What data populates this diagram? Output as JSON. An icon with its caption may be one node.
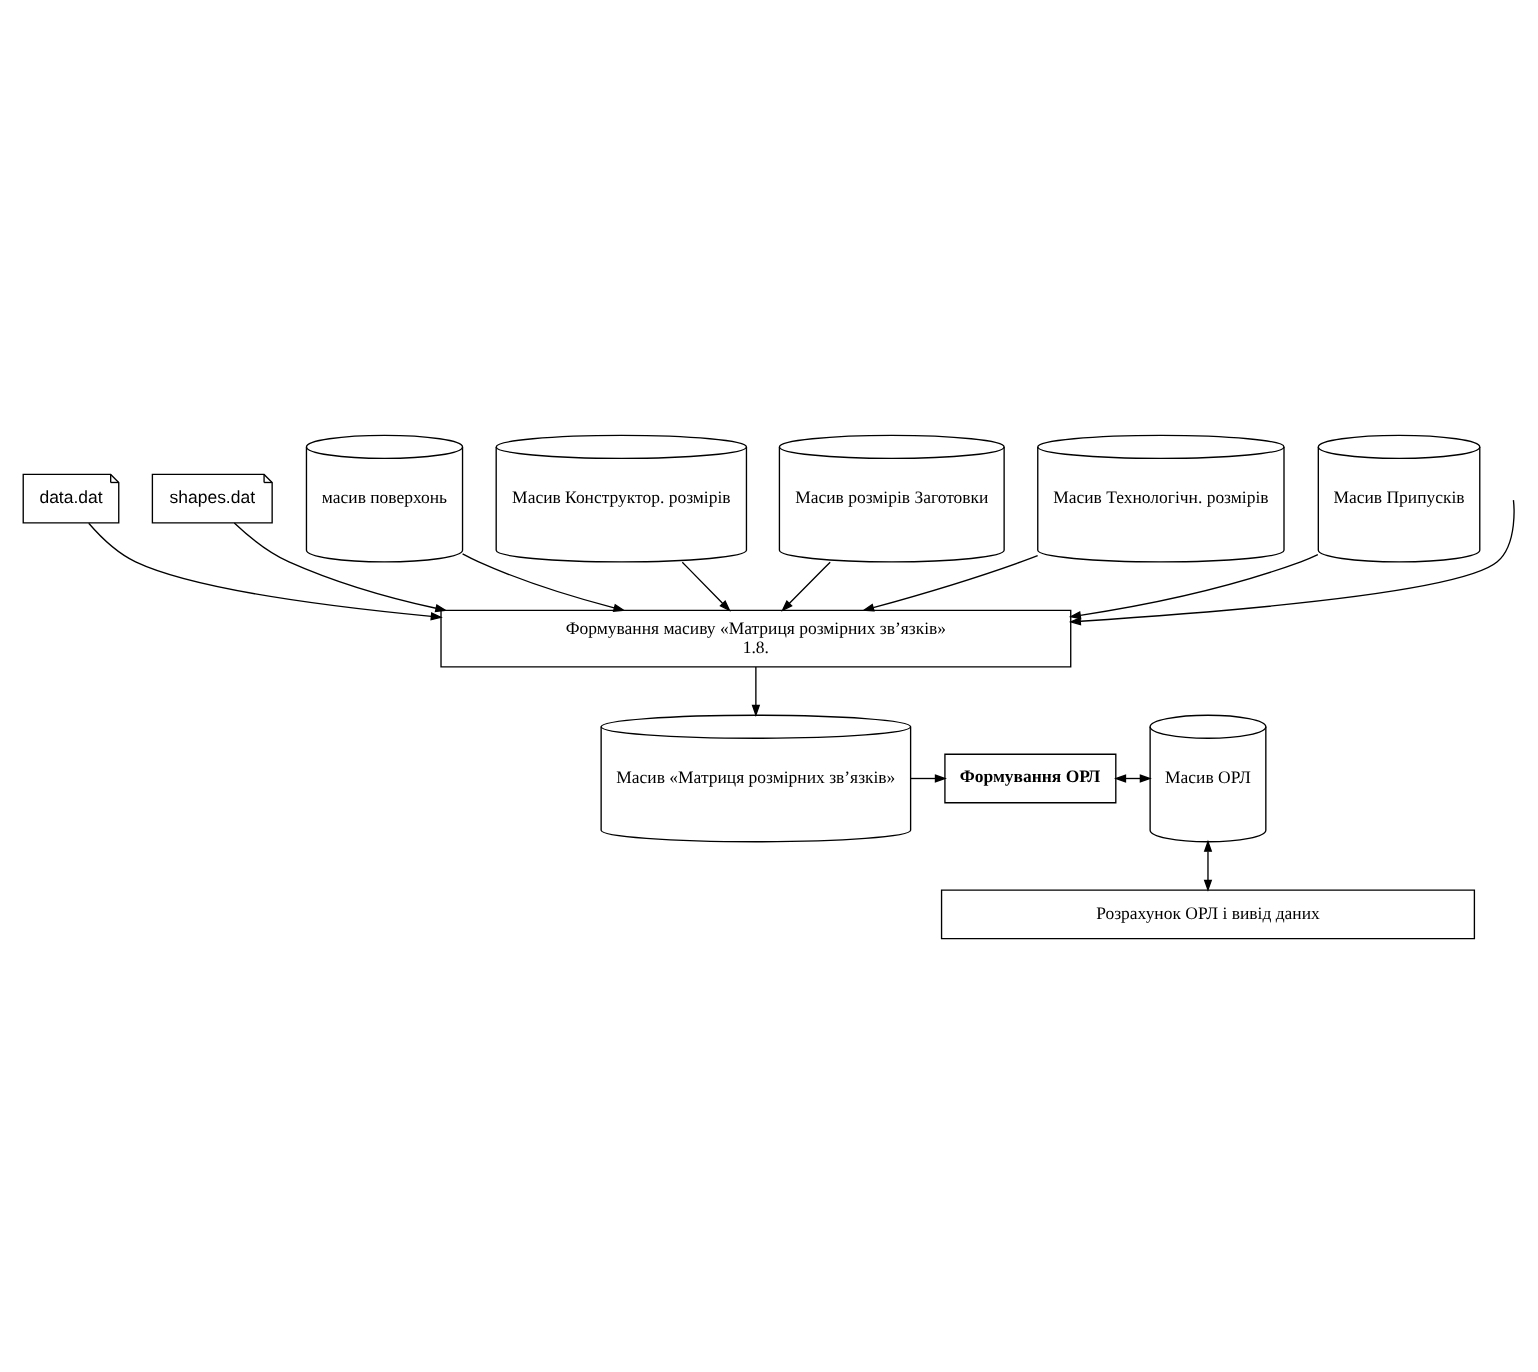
{
  "diagram": {
    "nodes": [
      {
        "text": [
          "data.dat"
        ]
      },
      {
        "text": [
          "shapes.dat"
        ]
      },
      {
        "text": [
          "масив поверхонь"
        ]
      },
      {
        "text": [
          "Масив Конструктор. розмірів"
        ]
      },
      {
        "text": [
          "Масив розмірів Заготовки"
        ]
      },
      {
        "text": [
          "Масив Технологічн. розмірів"
        ]
      },
      {
        "text": [
          "Масив Припусків"
        ]
      },
      {
        "text": [
          "Формування масиву «Матриця розмірних зв’язків»",
          "1.8."
        ]
      },
      {
        "text": [
          "Масив «Матриця розмірних зв’язків»"
        ]
      },
      {
        "text": [
          "Формування ОРЛ"
        ]
      },
      {
        "text": [
          "Масив ОРЛ"
        ]
      },
      {
        "text": [
          "Розрахунок ОРЛ і вивід даних"
        ]
      }
    ],
    "edges": [
      {
        "from": null,
        "to": 7,
        "arrow": "to"
      },
      {
        "from": 3,
        "to": 7,
        "arrow": "to"
      },
      {
        "from": 0,
        "to": 7,
        "arrow": "to"
      },
      {
        "from": 4,
        "to": 7,
        "arrow": "to"
      },
      {
        "from": 1,
        "to": 7,
        "arrow": "to"
      },
      {
        "from": 5,
        "to": 7,
        "arrow": "to"
      },
      {
        "from": 2,
        "to": 7,
        "arrow": "to"
      },
      {
        "from": 6,
        "to": 7,
        "arrow": "to"
      },
      {
        "from": 7,
        "to": 8,
        "arrow": "to"
      },
      {
        "from": 8,
        "to": 9,
        "arrow": "to"
      },
      {
        "from": 9,
        "to": 10,
        "arrow": "both"
      },
      {
        "from": 10,
        "to": 11,
        "arrow": "both"
      }
    ]
  }
}
